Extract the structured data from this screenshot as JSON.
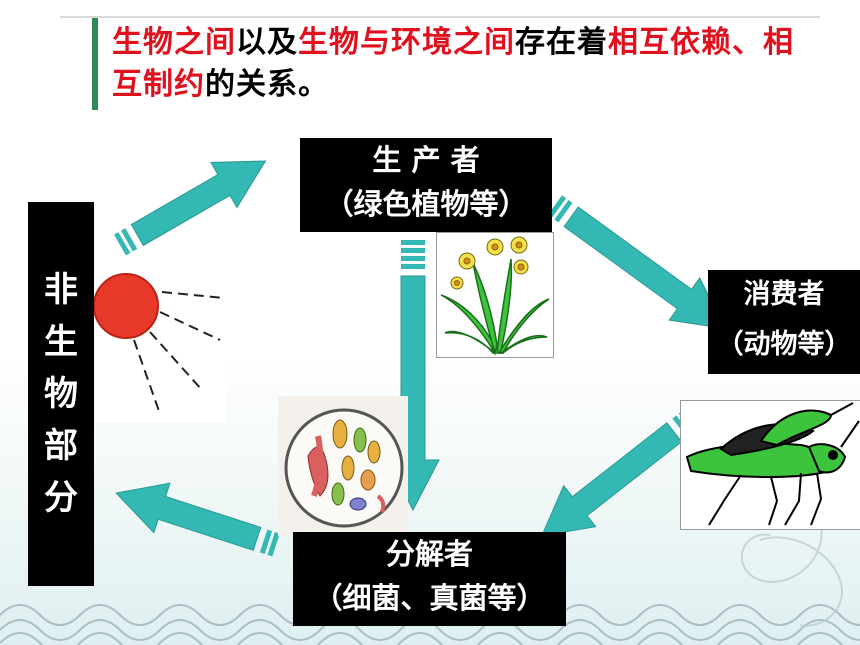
{
  "header": {
    "seg1": "生物之间",
    "seg2": "以及",
    "seg3": "生物与环境之间",
    "seg4": "存在着",
    "seg5": "相互依赖、相互制约",
    "seg6": "的关系。"
  },
  "nodes": {
    "producer": {
      "line1": "生 产 者",
      "line2": "（绿色植物等）"
    },
    "consumer": {
      "line1": "消费者",
      "line2": "（动物等）"
    },
    "decomposer": {
      "line1": "分解者",
      "line2": "（细菌、真菌等）"
    },
    "abiotic": {
      "chars": [
        "非",
        "生",
        "物",
        "部",
        "分"
      ]
    }
  },
  "colors": {
    "arrow": "#33b8b4",
    "highlight": "#e0101e",
    "box": "#000000",
    "title_bar": "#2e8b57"
  },
  "icons": [
    "sun-icon",
    "plant-icon",
    "bacteria-icon",
    "grasshopper-icon"
  ]
}
